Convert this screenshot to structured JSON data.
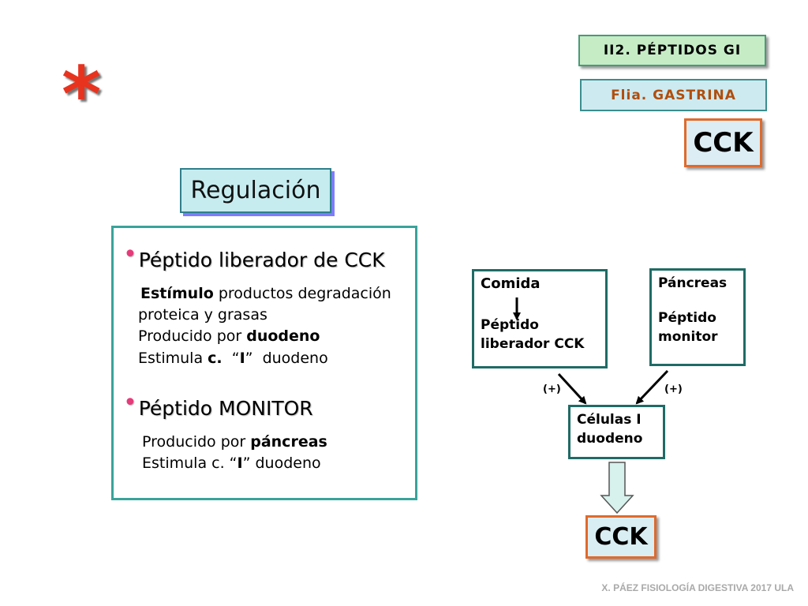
{
  "header": {
    "section": "II2. PÉPTIDOS GI",
    "family": "Flia. GASTRINA",
    "hormone": "CCK"
  },
  "star": "*",
  "regulation_title": "Regulación",
  "peptide_releaser": {
    "heading": "Péptido liberador de CCK",
    "line1_bold": "Estímulo",
    "line1_rest": " productos degradación",
    "line2": "proteica y grasas",
    "line3_pre": "Producido por ",
    "line3_bold": "duodeno",
    "line4_pre": "Estimula ",
    "line4_bold1": "c.",
    "line4_mid": "  “",
    "line4_bold2": "I",
    "line4_post": "”  duodeno"
  },
  "peptide_monitor": {
    "heading": "Péptido MONITOR",
    "line1_pre": "Producido por ",
    "line1_bold": "páncreas",
    "line2_pre": "Estimula c. “",
    "line2_bold": "I",
    "line2_post": "” duodeno"
  },
  "diagram": {
    "food": {
      "title": "Comida",
      "line1": "Péptido",
      "line2": "liberador CCK"
    },
    "pancreas": {
      "title": "Páncreas",
      "line1": "Péptido",
      "line2": "monitor"
    },
    "plus_left": "(+)",
    "plus_right": "(+)",
    "cells": {
      "line1": "Células I",
      "line2": "duodeno"
    },
    "result": "CCK"
  },
  "footer": "X. PÁEZ   FISIOLOGÍA DIGESTIVA 2017  ULA",
  "colors": {
    "accent_orange": "#e06a2c",
    "teal_border": "#1f6b66",
    "bullet_pink": "#e53b7a",
    "star_red": "#e8331f"
  }
}
